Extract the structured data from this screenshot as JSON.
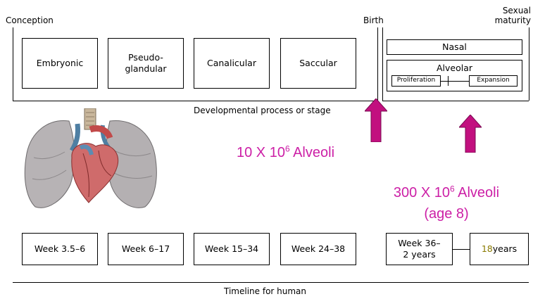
{
  "top_labels": {
    "conception": "Conception",
    "birth": "Birth",
    "sexual_maturity_line1": "Sexual",
    "sexual_maturity_line2": "maturity"
  },
  "stages": [
    {
      "label": "Embryonic"
    },
    {
      "label_line1": "Pseudo-",
      "label_line2": "glandular"
    },
    {
      "label": "Canalicular"
    },
    {
      "label": "Saccular"
    }
  ],
  "postnatal": {
    "nasal": "Nasal",
    "alveolar": "Alveolar",
    "proliferation": "Proliferation",
    "expansion": "Expansion"
  },
  "process_caption": "Developmental process or stage",
  "alveoli_birth": {
    "prefix": "10 X 10",
    "exp": "6",
    "suffix": " Alveoli"
  },
  "alveoli_age8": {
    "prefix": "300 X 10",
    "exp": "6",
    "suffix": " Alveoli",
    "line2": "(age 8)"
  },
  "timeline": [
    {
      "label": "Week 3.5–6"
    },
    {
      "label": "Week 6–17"
    },
    {
      "label": "Week 15–34"
    },
    {
      "label": "Week 24–38"
    },
    {
      "label_line1": "Week 36–",
      "label_line2": "2 years"
    },
    {
      "num": "18",
      "unit": "years"
    }
  ],
  "timeline_caption": "Timeline for human",
  "colors": {
    "accent": "#cc1fa6",
    "arrow": "#c2107f",
    "highlight_18": "#8a7a00"
  },
  "image": {
    "name": "lung-heart-anatomy-illustration"
  }
}
